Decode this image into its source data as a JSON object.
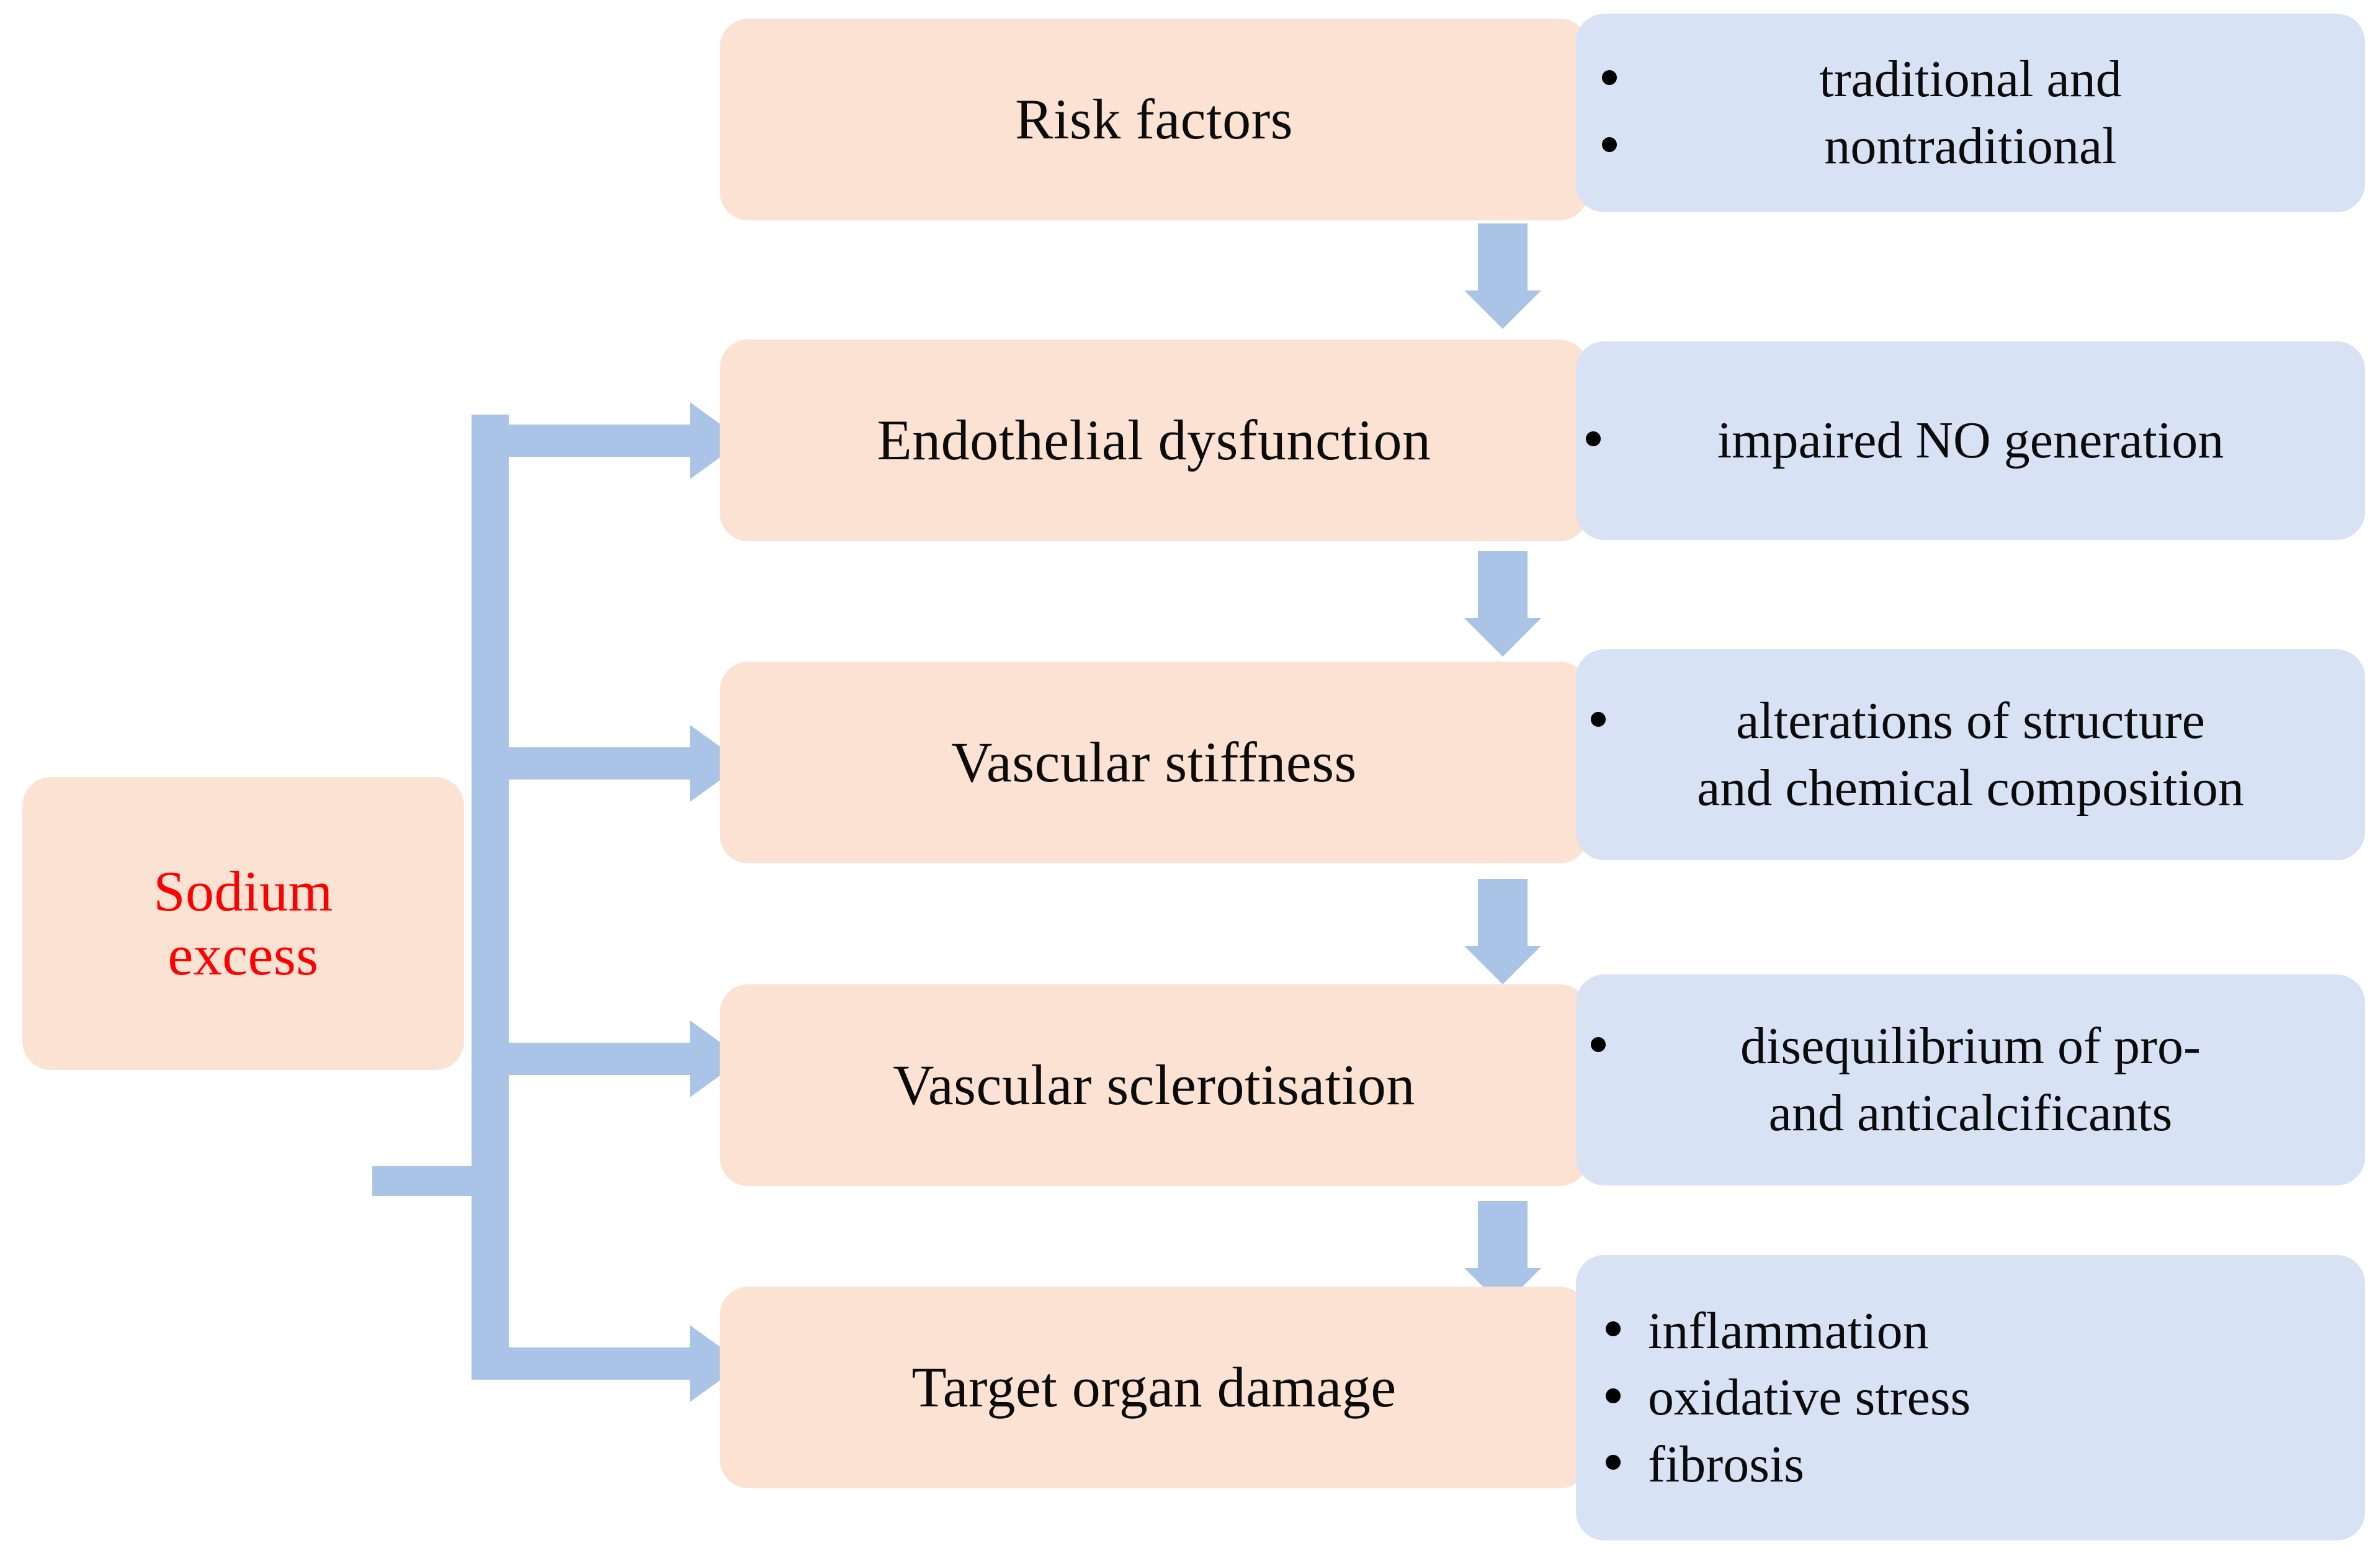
{
  "diagram": {
    "title": "Sodium excess pathophysiological cascade",
    "colors": {
      "orange_fill": "#FCE2D2",
      "blue_fill": "#D7E2F4",
      "arrow": "#A9C4E6",
      "source_text": "#FF0000",
      "body_text": "#0B0B0B"
    },
    "source": {
      "label": "Sodium\nexcess",
      "line1": "Sodium",
      "line2": "excess"
    },
    "rows": [
      {
        "id": "risk-factors",
        "label": "Risk factors",
        "bullets": [
          "traditional and",
          "nontraditional"
        ]
      },
      {
        "id": "endothelial-dysfunction",
        "label": "Endothelial dysfunction",
        "bullets": [
          "impaired NO generation"
        ]
      },
      {
        "id": "vascular-stiffness",
        "label": "Vascular stiffness",
        "bullets": [
          "alterations of structure",
          "and chemical composition"
        ]
      },
      {
        "id": "vascular-sclerotisation",
        "label": "Vascular sclerotisation",
        "bullets": [
          "disequilibrium of pro-",
          "and anticalcificants"
        ]
      },
      {
        "id": "target-organ-damage",
        "label": "Target organ damage",
        "bullets": [
          "inflammation",
          "oxidative stress",
          "fibrosis"
        ]
      }
    ],
    "connectors": {
      "down_arrow_name": "flow-arrow-down",
      "right_arrow_name": "flow-arrow-right"
    }
  }
}
